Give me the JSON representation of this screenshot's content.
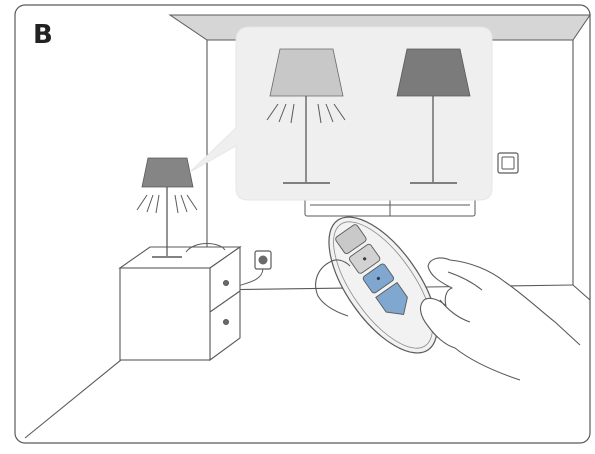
{
  "panel": {
    "label": "B"
  },
  "colors": {
    "line": "#5a5a5a",
    "ceiling": "#d6d6d6",
    "lamp_on_shade": "#c8c8c8",
    "lamp_off_shade": "#7b7b7b",
    "room_lamp_shade": "#858585",
    "callout_fill": "#efefef",
    "button_active": "#7fa7cf",
    "remote_body": "#f2f2f2",
    "remote_button": "#c9c9c9"
  },
  "scene": {
    "callout_lamps": [
      {
        "state": "on",
        "icon": "lamp-on-icon"
      },
      {
        "state": "off",
        "icon": "lamp-off-icon"
      }
    ],
    "room_lamp": {
      "state": "on",
      "icon": "lamp-icon"
    },
    "remote": {
      "buttons": [
        "up",
        "stop",
        "down",
        "select"
      ],
      "highlighted": [
        "down",
        "select"
      ]
    }
  }
}
